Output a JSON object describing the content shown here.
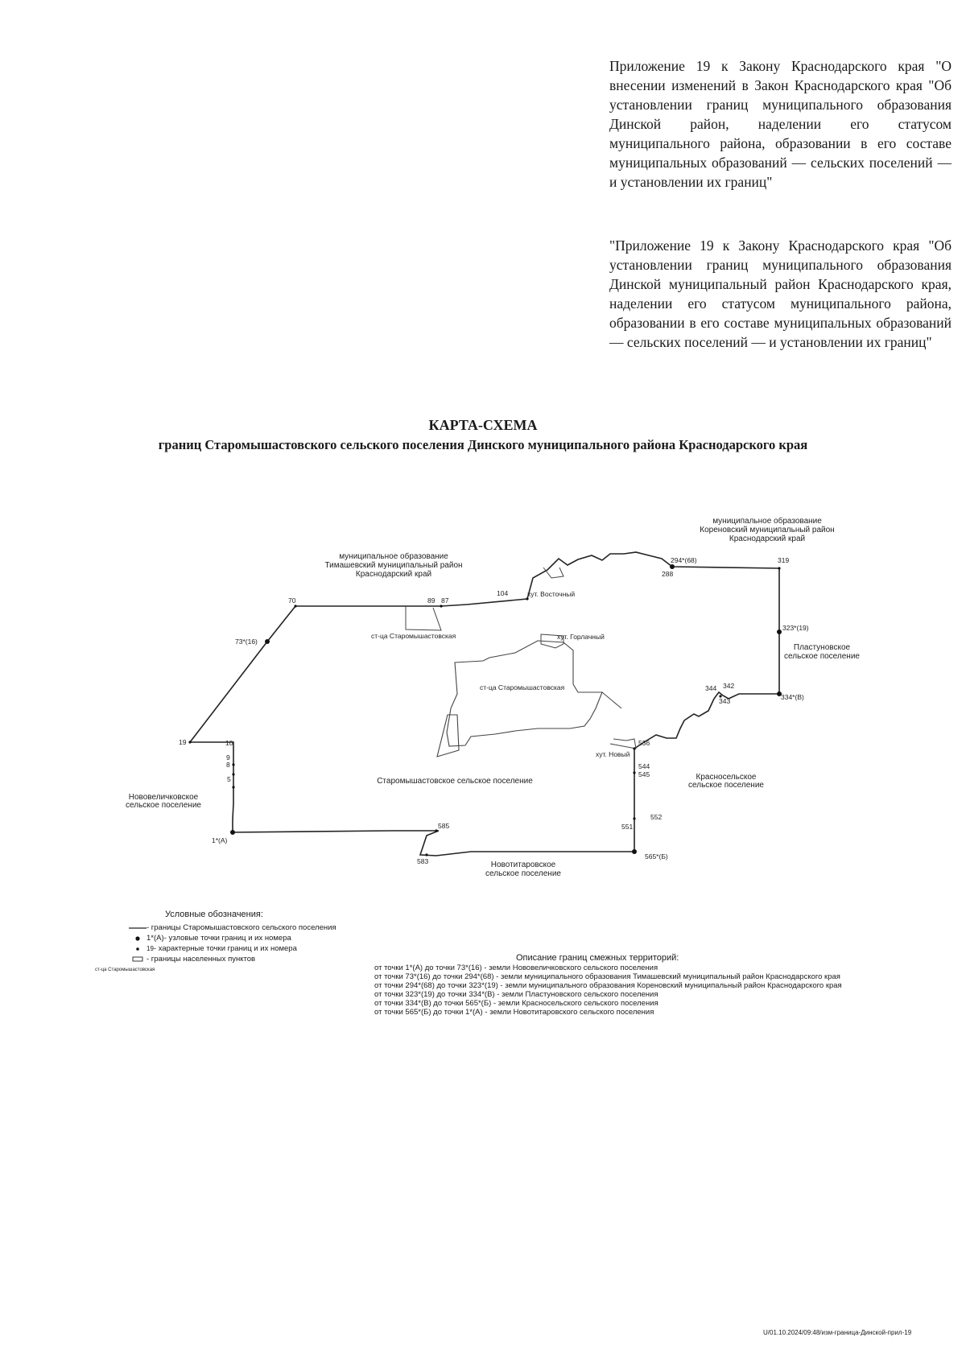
{
  "header": {
    "appendix_1": "Приложение 19 к Закону Краснодарского края \"О внесении изменений в Закон Краснодарского края \"Об установлении границ муниципального образования Динской район, наделении его статусом муниципального района, образовании в его составе муниципальных образований — сельских поселений — и установлении их границ\"",
    "appendix_2": "\"Приложение 19 к Закону Краснодарского края \"Об установлении границ муниципального образования Динской муниципальный район Краснодарского края, наделении его статусом муниципального района, образовании в его составе муниципальных образований — сельских поселений — и установлении их границ\""
  },
  "title": "КАРТА-СХЕМА",
  "subtitle": "границ Старомышастовского сельского поселения Динского муниципального района Краснодарского края",
  "map": {
    "zones": {
      "timashevsk_1": "муниципальное образование",
      "timashevsk_2": "Тимашевский муниципальный район",
      "timashevsk_3": "Краснодарский край",
      "korenovsk_1": "муниципальное образование",
      "korenovsk_2": "Кореновский муниципальный район",
      "korenovsk_3": "Краснодарский край",
      "plastunovsk_1": "Пластуновское",
      "plastunovsk_2": "сельское поселение",
      "novovelich_1": "Нововеличковское",
      "novovelich_2": "сельское поселение",
      "main": "Старомышастовское сельское поселение",
      "krasnoselsk_1": "Красносельское",
      "krasnoselsk_2": "сельское поселение",
      "novotitar_1": "Новотитаровское",
      "novotitar_2": "сельское поселение"
    },
    "settlements": {
      "vostochny": "хут. Восточный",
      "gorlachy": "хут. Горлачный",
      "stanitsa_center": "ст-ца Старомышастовская",
      "stanitsa_small": "ст-ца Старомышастовская",
      "novy": "хут. Новый"
    },
    "points": {
      "p70": "70",
      "p73": "73*(16)",
      "p89": "89",
      "p87": "87",
      "p104": "104",
      "p294": "294*(68)",
      "p288": "288",
      "p319": "319",
      "p323": "323*(19)",
      "p344": "344",
      "p342": "342",
      "p343": "343",
      "p334": "334*(В)",
      "p536": "536",
      "p544": "544",
      "p545": "545",
      "p19": "19",
      "p10": "10",
      "p9": "9",
      "p8": "8",
      "p5": "5",
      "p1": "1*(А)",
      "p585": "585",
      "p583": "583",
      "p551": "551",
      "p552": "552",
      "p565": "565*(Б)"
    }
  },
  "legend": {
    "title": "Условные обозначения:",
    "items": [
      "- границы Старомышастовского сельского поселения",
      "- узловые точки границ и их номера",
      "- характерные точки границ и их номера",
      "- границы населенных пунктов"
    ],
    "node_example": "1*(А)",
    "char_example": "19",
    "settlement_example": "ст-ца Старомышастовская"
  },
  "description": {
    "title": "Описание границ смежных территорий:",
    "lines": [
      "от точки 1*(А) до точки 73*(16) - земли Нововеличковского сельского поселения",
      "от точки 73*(16) до точки 294*(68) - земли муниципального образования Тимашевский муниципальный район Краснодарского края",
      "от точки 294*(68) до точки 323*(19) - земли муниципального образования Кореновский муниципальный район Краснодарского края",
      "от точки 323*(19) до точки 334*(В) - земли Пластуновского сельского поселения",
      "от точки 334*(В) до точки 565*(Б) - земли Красносельского сельского поселения",
      "от точки 565*(Б) до точки 1*(А) - земли Новотитаровского сельского поселения"
    ]
  },
  "footer": "U/01.10.2024/09:48/изм-граница-Динской-прил-19"
}
